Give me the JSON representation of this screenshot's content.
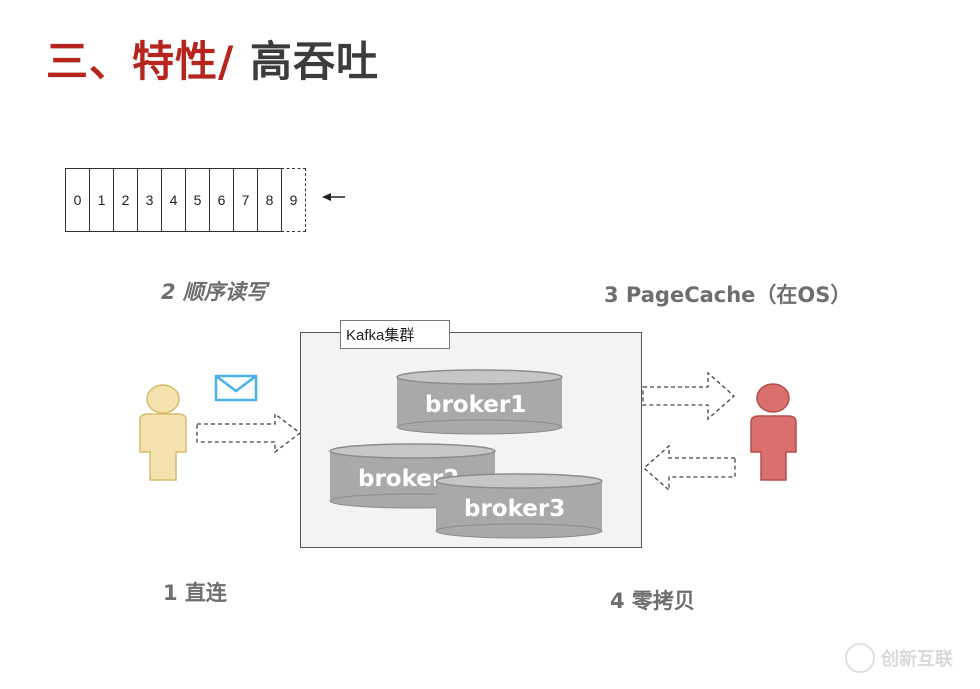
{
  "title": {
    "part1": "三、特性/",
    "part2": " 高吞吐"
  },
  "sequence": {
    "cells": [
      "0",
      "1",
      "2",
      "3",
      "4",
      "5",
      "6",
      "7",
      "8",
      "9"
    ]
  },
  "labels": {
    "sequential": "2 顺序读写",
    "pagecache": "3 PageCache（在OS）",
    "direct": "1 直连",
    "zerocopy": "4 零拷贝"
  },
  "cluster": {
    "tag": "Kafka集群",
    "brokers": [
      "broker1",
      "broker2",
      "broker3"
    ]
  },
  "colors": {
    "title_red": "#b5251e",
    "producer": "#f4e3ae",
    "consumer": "#d9706e",
    "envelope": "#4ab3e8",
    "broker": "#a9a9a9"
  },
  "icons": {
    "producer": "person-icon",
    "consumer": "person-icon",
    "message": "envelope-icon"
  },
  "watermark": "创新互联"
}
